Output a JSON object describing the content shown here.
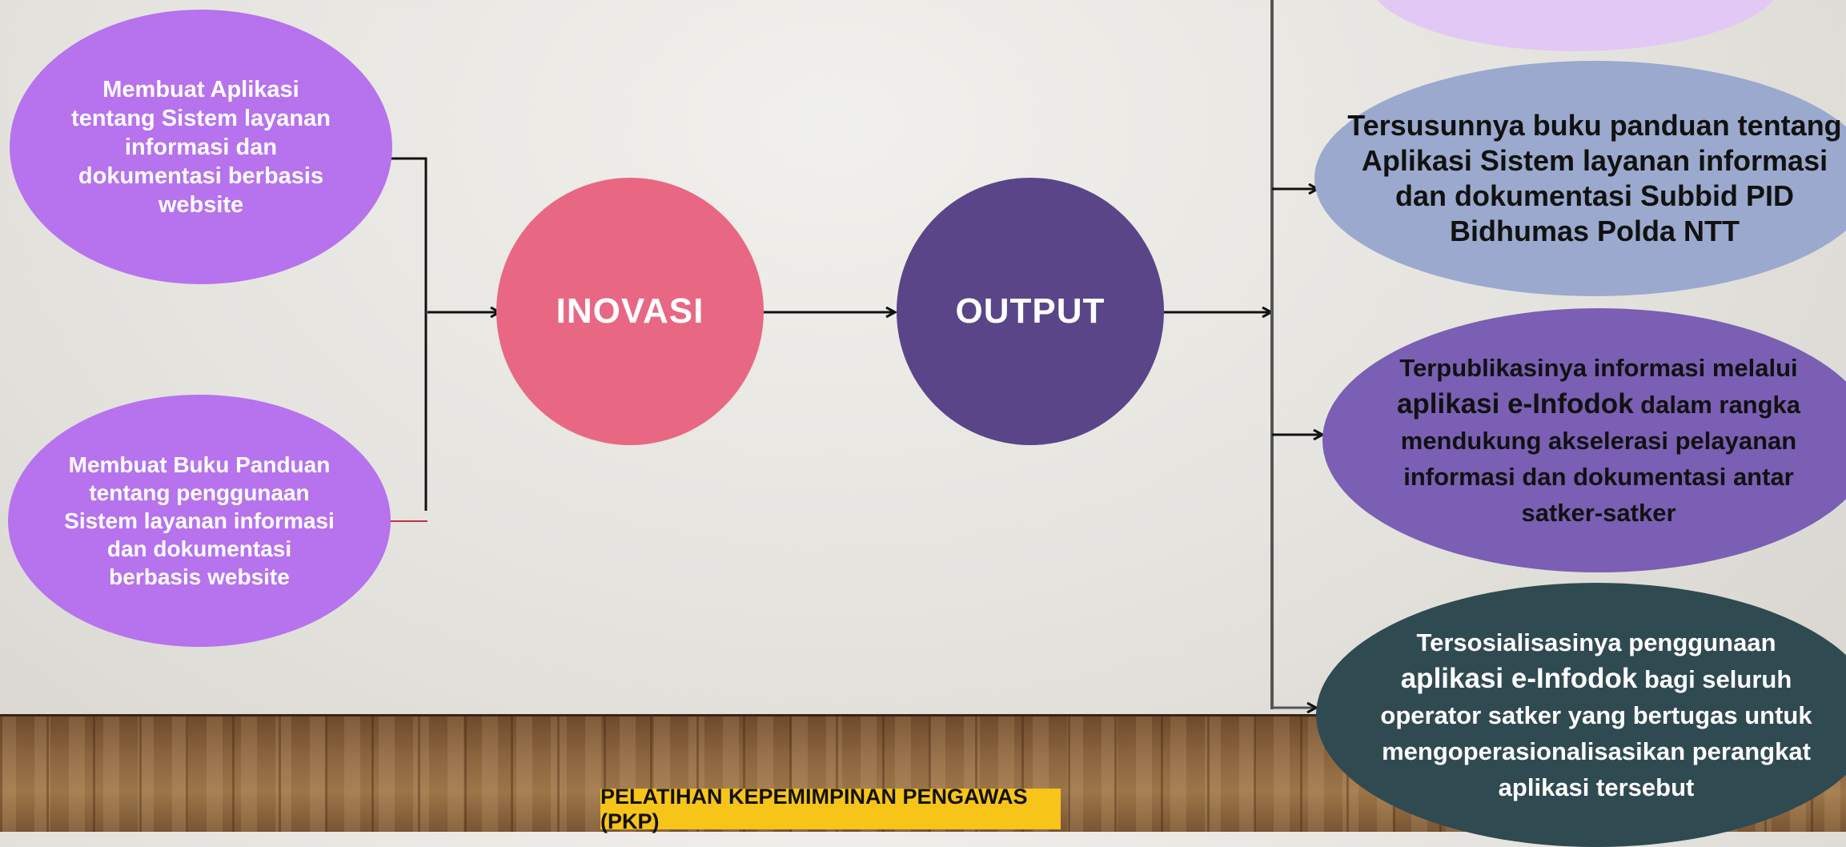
{
  "inputs": [
    "Membuat Aplikasi tentang Sistem layanan informasi dan dokumentasi berbasis website",
    "Membuat Buku Panduan tentang penggunaan Sistem layanan informasi dan dokumentasi berbasis website"
  ],
  "center": {
    "inovasi": "INOVASI",
    "output": "OUTPUT"
  },
  "outputs": {
    "item1": "",
    "item2": "Tersusunnya  buku panduan tentang Aplikasi Sistem layanan informasi dan dokumentasi Subbid PID Bidhumas Polda NTT",
    "item3": {
      "pre": "Terpublikasinya informasi melalui ",
      "emph": "aplikasi e-Infodok",
      "post": " dalam rangka mendukung akselerasi pelayanan informasi dan dokumentasi antar satker-satker"
    },
    "item4": {
      "pre": "Tersosialisasinya penggunaan ",
      "emph": "aplikasi e-Infodok",
      "post": "  bagi seluruh operator satker yang bertugas untuk mengoperasionalisasikan perangkat aplikasi tersebut"
    }
  },
  "footer": "PELATIHAN KEPEMIMPINAN PENGAWAS (PKP)",
  "colors": {
    "input_ellipse": "#b772ee",
    "inovasi": "#e86884",
    "output": "#5a4589",
    "out1": "#e2c8f5",
    "out2": "#9aa9cd",
    "out3": "#7a5fb4",
    "out4": "#304a52",
    "footer_bg": "#f7c41a"
  }
}
